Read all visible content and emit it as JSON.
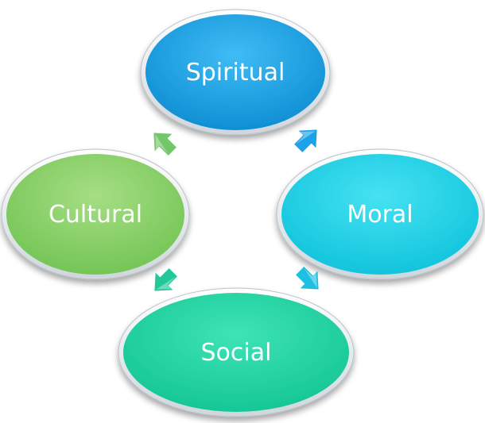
{
  "diagram": {
    "type": "cycle",
    "nodes": [
      {
        "id": "spiritual",
        "label": "Spiritual",
        "color": "#1aa3e8"
      },
      {
        "id": "moral",
        "label": "Moral",
        "color": "#1ed3e6"
      },
      {
        "id": "social",
        "label": "Social",
        "color": "#1ed6a4"
      },
      {
        "id": "cultural",
        "label": "Cultural",
        "color": "#8ed26a"
      }
    ],
    "arrows": [
      {
        "from": "spiritual",
        "to": "moral",
        "color": "#1aa3e8"
      },
      {
        "from": "moral",
        "to": "social",
        "color": "#1ec0e0"
      },
      {
        "from": "social",
        "to": "cultural",
        "color": "#22c79a"
      },
      {
        "from": "cultural",
        "to": "spiritual",
        "color": "#74c66a"
      }
    ]
  }
}
